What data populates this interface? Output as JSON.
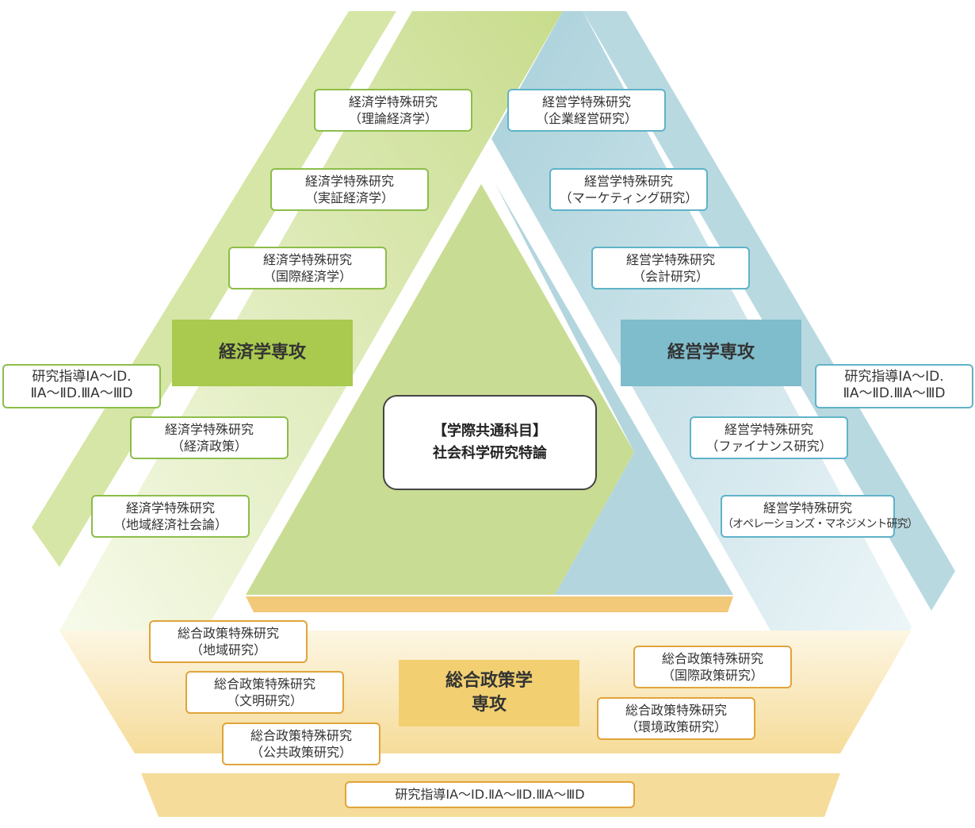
{
  "colors": {
    "economics": "#a9c94f",
    "management": "#7fbccc",
    "policy": "#f2d071"
  },
  "economics": {
    "major": "経済学専攻",
    "guidance": [
      "研究指導ⅠA～ⅠD.",
      "ⅡA～ⅡD.ⅢA～ⅢD"
    ],
    "courses": [
      [
        "経済学特殊研究",
        "（理論経済学）"
      ],
      [
        "経済学特殊研究",
        "（実証経済学）"
      ],
      [
        "経済学特殊研究",
        "（国際経済学）"
      ],
      [
        "経済学特殊研究",
        "（経済政策）"
      ],
      [
        "経済学特殊研究",
        "（地域経済社会論）"
      ]
    ]
  },
  "management": {
    "major": "経営学専攻",
    "guidance": [
      "研究指導ⅠA～ⅠD.",
      "ⅡA～ⅡD.ⅢA～ⅢD"
    ],
    "courses": [
      [
        "経営学特殊研究",
        "（企業経営研究）"
      ],
      [
        "経営学特殊研究",
        "（マーケティング研究）"
      ],
      [
        "経営学特殊研究",
        "（会計研究）"
      ],
      [
        "経営学特殊研究",
        "（ファイナンス研究）"
      ],
      [
        "経営学特殊研究",
        "（オペレーションズ・マネジメント研究）"
      ]
    ]
  },
  "policy": {
    "major": [
      "総合政策学",
      "専攻"
    ],
    "guidance": "研究指導ⅠA～ⅠD.ⅡA～ⅡD.ⅢA～ⅢD",
    "courses": [
      [
        "総合政策特殊研究",
        "（地域研究）"
      ],
      [
        "総合政策特殊研究",
        "（文明研究）"
      ],
      [
        "総合政策特殊研究",
        "（公共政策研究）"
      ],
      [
        "総合政策特殊研究",
        "（国際政策研究）"
      ],
      [
        "総合政策特殊研究",
        "（環境政策研究）"
      ]
    ]
  },
  "common": {
    "title": "【学際共通科目】",
    "subject": "社会科学研究特論"
  }
}
